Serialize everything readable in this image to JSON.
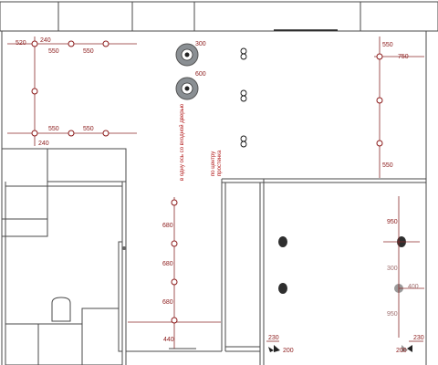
{
  "dims": {
    "left_520": "520",
    "left_240_top": "240",
    "left_550_a": "550",
    "left_550_b": "550",
    "left_550_c": "550",
    "left_550_d": "550",
    "left_240_bottom": "240",
    "light_300": "300",
    "light_600": "600",
    "right_550_top": "550",
    "right_750": "750",
    "right_550_bottom": "550",
    "col_680_a": "680",
    "col_680_b": "680",
    "col_680_c": "680",
    "bottom_440": "440",
    "room_950_top": "950",
    "room_300": "300",
    "room_400": "400",
    "room_950_bottom": "950",
    "corner_230_left": "230",
    "corner_200_left": "200",
    "corner_230_right": "230",
    "corner_200_right": "200"
  },
  "annotations": {
    "door_axis": "в одну ось со входной дверью",
    "partition_center_1": "по центру",
    "partition_center_2": "простенка"
  },
  "colors": {
    "dimension": "#8b1a1a",
    "wall": "#4a4a4a",
    "fixture": "#2e2e2e"
  }
}
